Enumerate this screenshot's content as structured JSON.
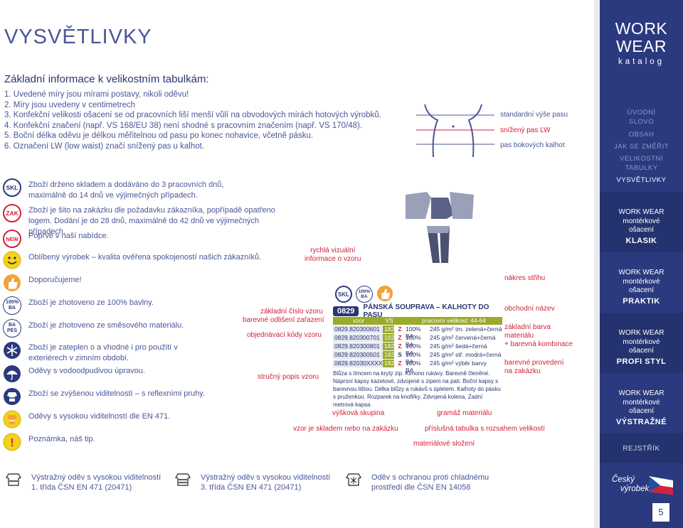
{
  "page_title": "VYSVĚTLIVKY",
  "subtitle": "Základní informace k velikostním tabulkám:",
  "rules": [
    "1. Uvedené míry jsou mírami postavy, nikoli oděvu!",
    "2. Míry jsou uvedeny v centimetrech",
    "3. Konfekční velikosti ošacení se od pracovních liší menší vůlí na obvodových mírách hotových výrobků.",
    "4. Konfekční značení (např. VS 168/EU 38) není shodné s pracovním značením (např. VS 170/48).",
    "5. Boční délka oděvu je délkou měřitelnou od pasu po konec nohavice, včetně pásku.",
    "6. Označení LW (low waist) značí snížený pas u kalhot."
  ],
  "legend": [
    {
      "icon": "SKL",
      "text": "Zboží drženo skladem a dodáváno do 3 pracovních dnů, maximálně do 14 dnů ve výjimečných případech."
    },
    {
      "icon": "ZAK",
      "text": "Zboží je šito na zakázku dle požadavku zákazníka, popřípadě opatřeno logem. Dodání je do 28 dnů, maximálně do 42 dnů ve výjimečných případech."
    },
    {
      "icon": "NEW",
      "text": "Poprvé v naší nabídce."
    },
    {
      "icon": "smiley",
      "text": "Oblíbený výrobek – kvalita ověřena spokojeností našich zákazníků."
    },
    {
      "icon": "thumb",
      "text": "Doporučujeme!"
    },
    {
      "icon": "100% BA",
      "text": "Zboží je zhotoveno ze 100% bavlny."
    },
    {
      "icon": "BA PES",
      "text": "Zboží je zhotoveno ze směsového materiálu."
    },
    {
      "icon": "snow",
      "text": "Zboží je zateplen o a vhodné i pro použití v exteriérech v zimním období."
    },
    {
      "icon": "umbrella",
      "text": "Oděvy s vodoodpudivou úpravou."
    },
    {
      "icon": "reflective",
      "text": "Zboží se zvýšenou viditelností – s reflexními pruhy."
    },
    {
      "icon": "hivis",
      "text": "Oděvy s vysokou viditelností dle EN 471."
    },
    {
      "icon": "warning",
      "text": "Poznámka, náš tip."
    }
  ],
  "waist_labels": {
    "standard": "standardní výše pasu",
    "low": "snížený pas LW",
    "side": "pas bokových kalhot"
  },
  "annotations": {
    "vizual": "rychlá vizuální\ninformace o vzoru",
    "nakres": "nákres střihu",
    "obchodni": "obchodní název",
    "cislo": "základní číslo vzoru",
    "barevne": "barevné odlišení zařazení",
    "objednavaci": "objednávací kódy vzoru",
    "zakladni_barva": "základní barva\nmateriálu\n+ barevná kombinace",
    "provedeni": "barevné provedení\nna zakázku",
    "popis": "stručný popis vzoru",
    "vyskova": "výšková skupina",
    "gramaz": "gramáž materiálu",
    "sklad": "vzor je skladem nebo na zakázku",
    "tabulka": "příslušná tabulka s rozsahem velikostí",
    "materialove": "materiálové složení"
  },
  "product": {
    "code": "0829",
    "name": "PÁNSKÁ SOUPRAVA – KALHOTY DO PASU",
    "header": [
      "vzor",
      "VS",
      "",
      "pracovní velikost: 44-64"
    ],
    "rows": [
      [
        "0829.820300601",
        "182",
        "Z",
        "100% BA",
        "245 g/m²",
        "tm. zelená+černá"
      ],
      [
        "0829.820300701",
        "182",
        "Z",
        "100% BA",
        "245 g/m²",
        "červená+černá"
      ],
      [
        "0829.820300801",
        "182",
        "Z",
        "100% BA",
        "245 g/m²",
        "šedá+černá"
      ],
      [
        "0829.820300501",
        "182",
        "S",
        "100% BA",
        "245 g/m²",
        "stř. modrá+černá"
      ],
      [
        "0829.82030XXXX",
        "182",
        "Z",
        "100% BA",
        "245 g/m²",
        "výběr barvy"
      ]
    ],
    "desc": "Blůza s límcem na krytý zip. Kimono rukávy. Barevně členěné. Náprsní kapsy kazetové, zdvojené s zipem na pati. Boční kapsy s barevnou lištou. Délka blůzy a rukávů s úpletem. Kalhoty do pásku s pruženkou. Rozparek na knoflíky. Zdvojená kolena. Zadní metrová kapsa."
  },
  "bottom": [
    {
      "icon": "EN 471",
      "l1": "Výstražný oděv s vysokou viditelností",
      "l2": "1. třída ČSN EN 471 (20471)"
    },
    {
      "icon": "EN 471",
      "l1": "Výstražný oděv s vysokou viditelností",
      "l2": "3. třída ČSN EN 471 (20471)"
    },
    {
      "icon": "EN 14058",
      "l1": "Oděv s ochranou proti chladnému",
      "l2": "prostředí dle ČSN EN 14058"
    }
  ],
  "sidebar": {
    "brand1": "WORK",
    "brand2": "WEAR",
    "brand3": "katalog",
    "nav": [
      "ÚVODNÍ",
      "SLOVO",
      "OBSAH",
      "JAK SE ZMĚŘIT",
      "VELIKOSTNÍ",
      "TABULKY",
      "VYSVĚTLIVKY"
    ],
    "sections": [
      {
        "l1": "WORK WEAR",
        "l2": "montérkové",
        "l3": "ošacení",
        "name": "KLASIK"
      },
      {
        "l1": "WORK WEAR",
        "l2": "montérkové",
        "l3": "ošacení",
        "name": "PRAKTIK"
      },
      {
        "l1": "WORK WEAR",
        "l2": "montérkové",
        "l3": "ošacení",
        "name": "PROFI STYL"
      },
      {
        "l1": "WORK WEAR",
        "l2": "montérkové",
        "l3": "ošacení",
        "name": "VÝSTRAŽNÉ"
      }
    ],
    "rejstrik": "REJSTŘÍK",
    "logo1": "Český",
    "logo2": "výrobek",
    "page": "5"
  },
  "colors": {
    "navy": "#2b3a7e",
    "red": "#d2213a",
    "green": "#9aaa2a",
    "orange": "#f3a23a"
  }
}
